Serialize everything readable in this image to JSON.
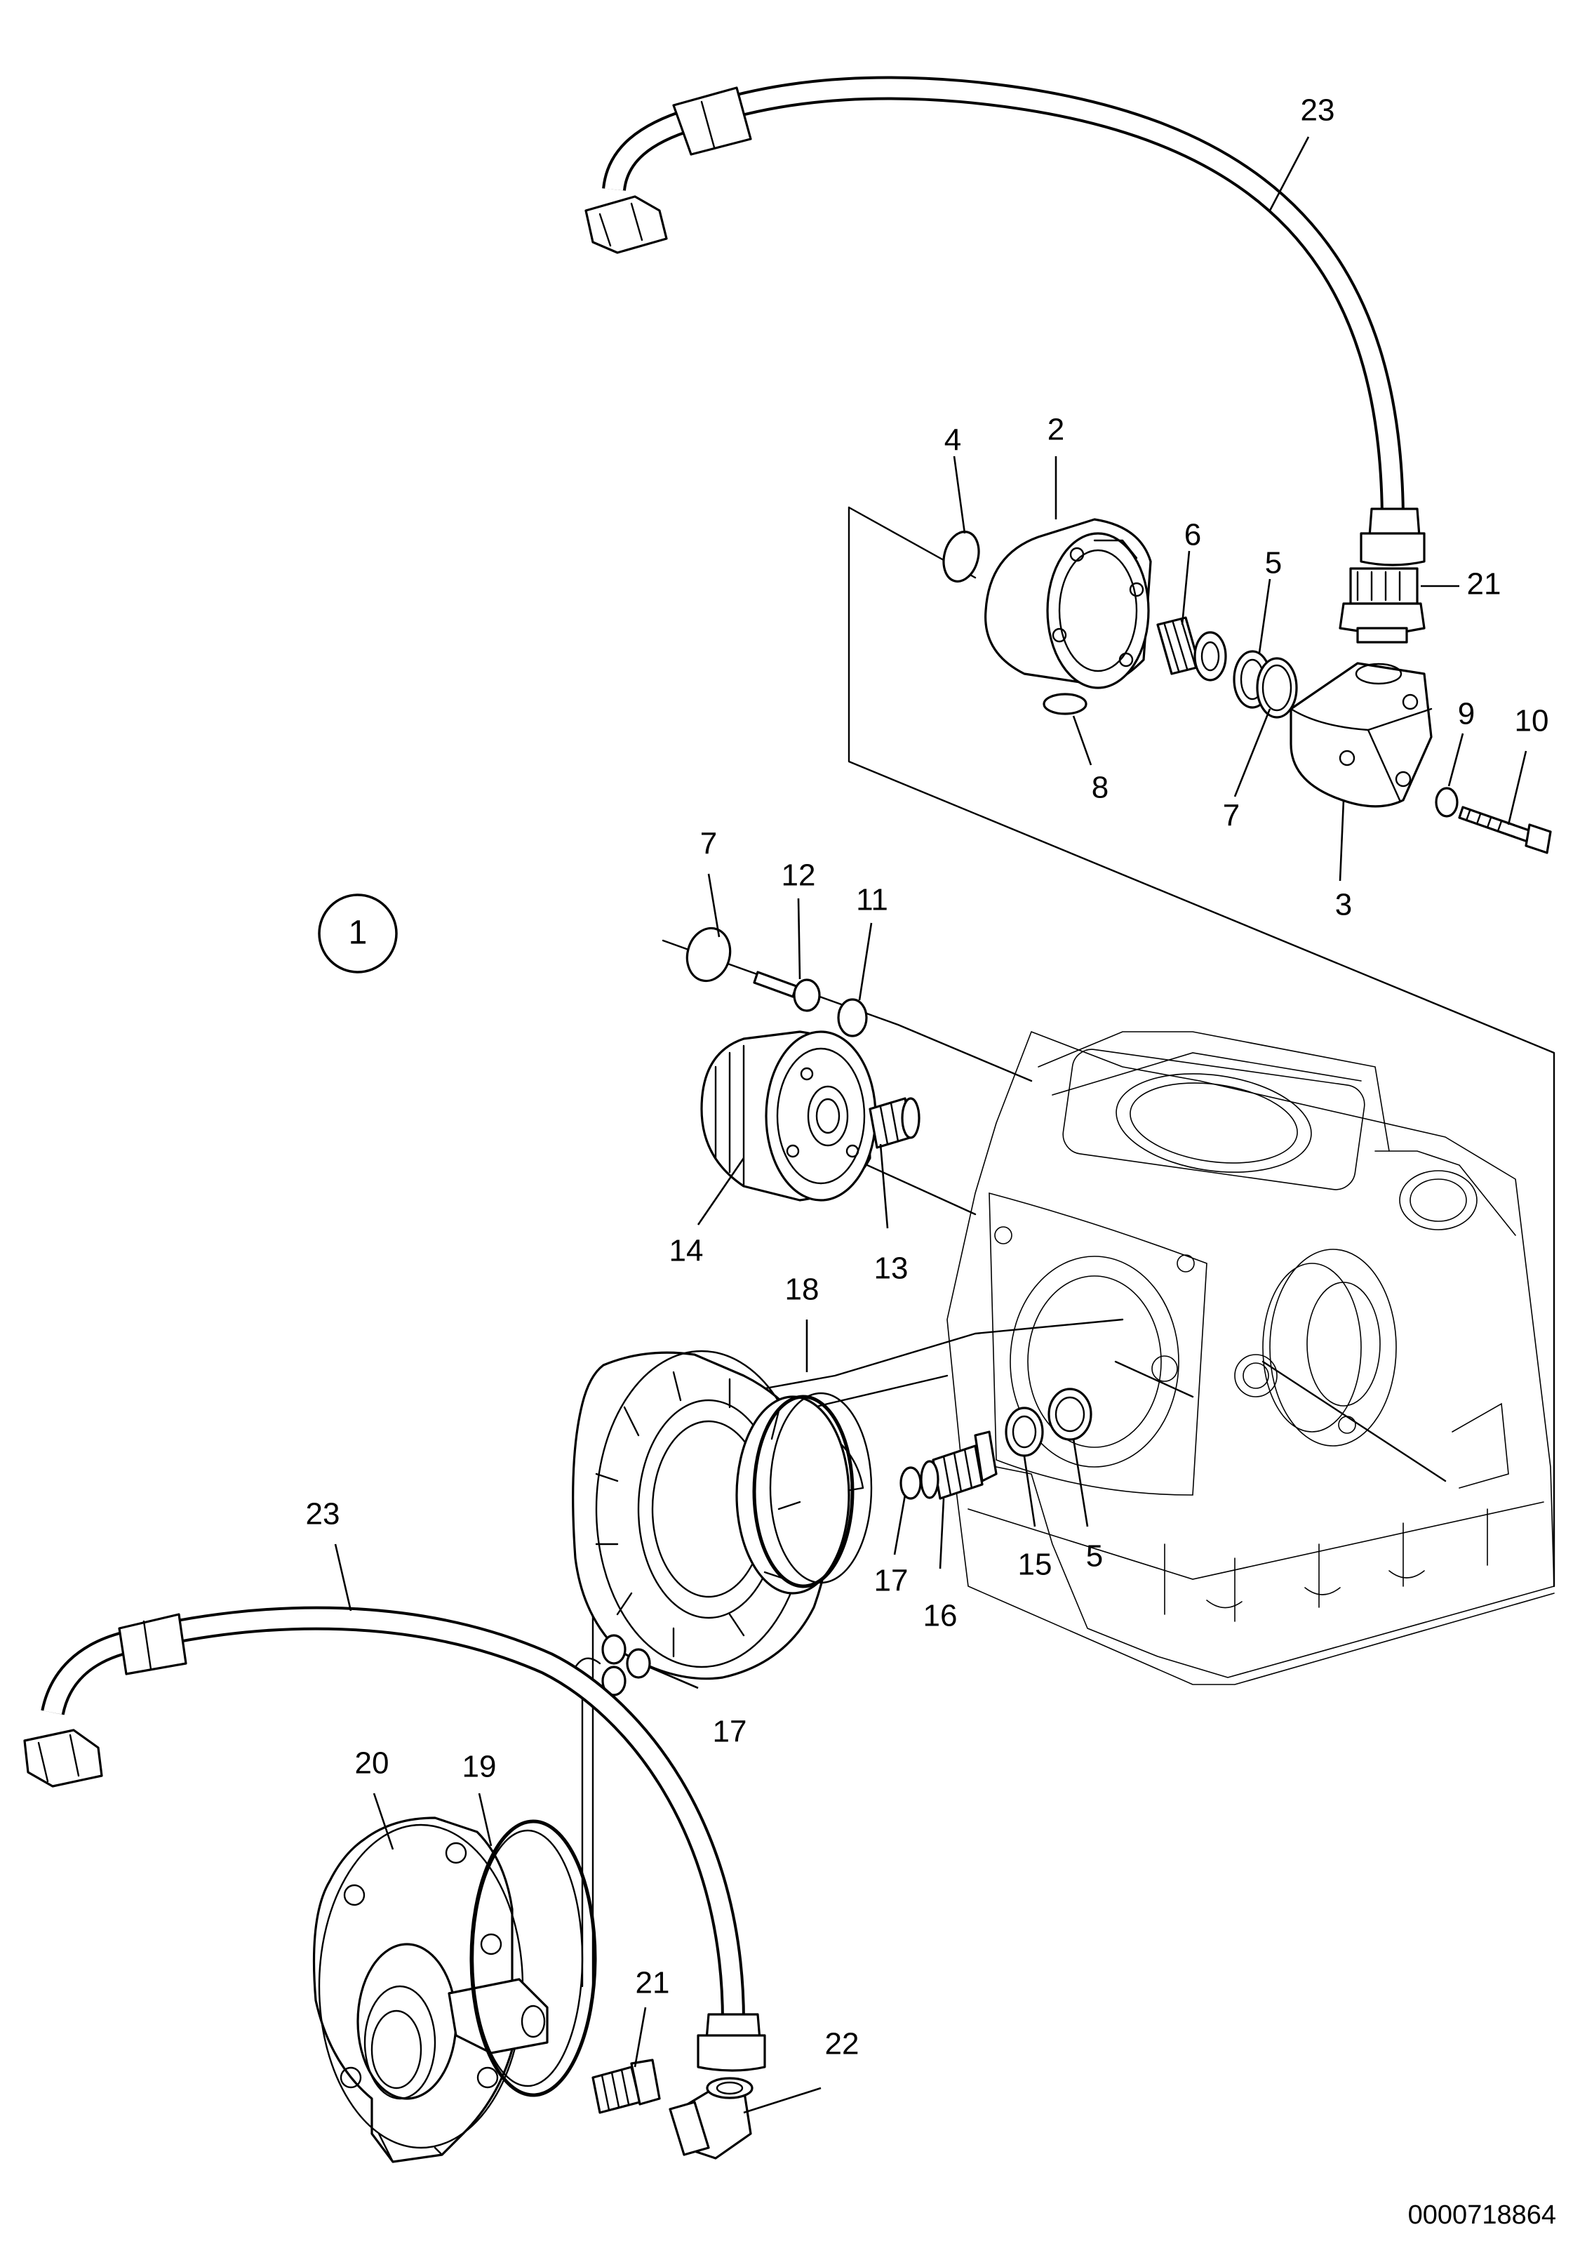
{
  "view_number": "1",
  "document_number": "0000718864",
  "callouts": [
    "23",
    "4",
    "2",
    "6",
    "5",
    "21",
    "9",
    "10",
    "8",
    "7",
    "3",
    "7",
    "12",
    "11",
    "14",
    "13",
    "18",
    "17",
    "15",
    "5",
    "16",
    "23",
    "17",
    "20",
    "19",
    "21",
    "22"
  ]
}
